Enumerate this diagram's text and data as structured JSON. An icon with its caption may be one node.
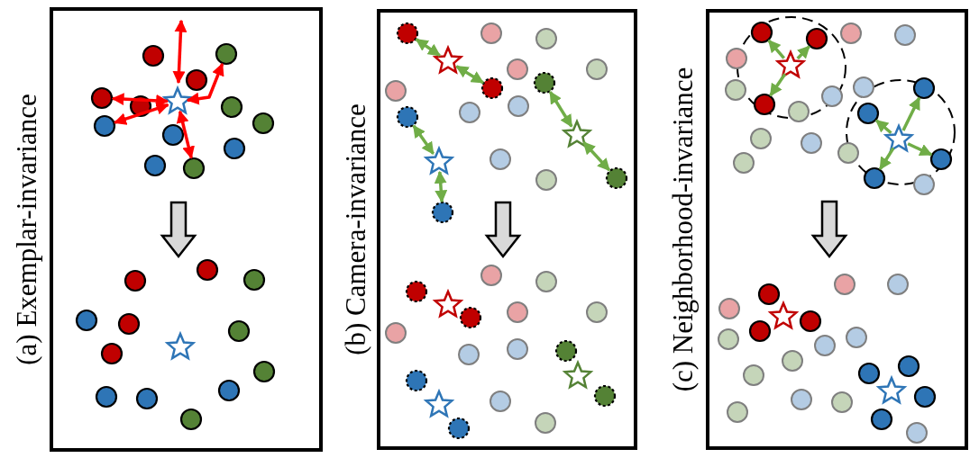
{
  "diagram": {
    "nodes": [
      {
        "text": [
          "(a) Exemplar-invariance"
        ]
      },
      {
        "text": [
          "(b) Camera-invariance"
        ]
      },
      {
        "text": [
          "(c) Neighborhood-invariance"
        ]
      },
      {
        "text": [],
        "shape": "star",
        "in": 1
      },
      {
        "text": [],
        "shape": "circle",
        "in": 1
      },
      {
        "text": [],
        "shape": "circle",
        "in": 1
      },
      {
        "text": [],
        "shape": "star",
        "in": 1
      },
      {
        "text": [],
        "shape": "circle",
        "in": 1
      },
      {
        "text": [],
        "shape": "circle",
        "in": 1
      },
      {
        "text": [],
        "shape": "star",
        "in": 1
      },
      {
        "text": [],
        "shape": "circle",
        "in": 1
      },
      {
        "text": [],
        "shape": "circle",
        "in": 1
      },
      {
        "text": [],
        "shape": "star",
        "in": 2
      },
      {
        "text": [],
        "shape": "circle",
        "in": 2
      },
      {
        "text": [],
        "shape": "circle",
        "in": 2
      },
      {
        "text": [],
        "shape": "circle",
        "in": 2
      },
      {
        "text": [],
        "shape": "star",
        "in": 2
      },
      {
        "text": [],
        "shape": "circle",
        "in": 2
      },
      {
        "text": [],
        "shape": "circle",
        "in": 2
      },
      {
        "text": [],
        "shape": "circle",
        "in": 2
      },
      {
        "text": [],
        "shape": "circle",
        "in": 2
      },
      {
        "text": [],
        "shape": "circle",
        "in": 1
      },
      {
        "text": [],
        "shape": "circle",
        "in": 1
      },
      {
        "text": [],
        "shape": "circle",
        "in": 1
      },
      {
        "text": [],
        "shape": "circle",
        "in": 1
      },
      {
        "text": [],
        "shape": "circle",
        "in": 1
      },
      {
        "text": [],
        "shape": "circle",
        "in": 1
      },
      {
        "text": [],
        "shape": "circle",
        "in": 0
      },
      {
        "text": [],
        "shape": "circle",
        "in": 0
      },
      {
        "text": [],
        "shape": "circle",
        "in": 0
      },
      {
        "text": [],
        "shape": "circle",
        "in": 0
      },
      {
        "text": [],
        "shape": "circle",
        "in": 0
      },
      {
        "text": [],
        "shape": "circle",
        "in": 0
      },
      {
        "text": [],
        "shape": "circle",
        "in": 0
      },
      {
        "text": [],
        "shape": "circle",
        "in": 0
      },
      {
        "text": [],
        "shape": "circle",
        "in": 0
      },
      {
        "text": [],
        "shape": "circle",
        "in": 0
      },
      {
        "text": [],
        "shape": "circle",
        "in": 0
      },
      {
        "text": [],
        "shape": "circle",
        "in": 0
      },
      {
        "text": [],
        "shape": "circle",
        "in": 0
      },
      {
        "text": [],
        "shape": "circle",
        "in": 0
      },
      {
        "text": [],
        "shape": "circle",
        "in": 0
      },
      {
        "text": [],
        "shape": "circle",
        "in": 0
      },
      {
        "text": [],
        "shape": "circle",
        "in": 0
      },
      {
        "text": [],
        "shape": "circle",
        "in": 0
      },
      {
        "text": [],
        "shape": "circle",
        "in": 0
      },
      {
        "text": [],
        "shape": "circle",
        "in": 0
      },
      {
        "text": [],
        "shape": "circle",
        "in": 0
      },
      {
        "text": [],
        "shape": "circle",
        "in": 0
      },
      {
        "text": [],
        "shape": "circle",
        "in": 0
      },
      {
        "text": [],
        "shape": "circle",
        "in": 0
      },
      {
        "text": [],
        "shape": "star",
        "in": 0
      },
      {
        "text": [],
        "shape": "star",
        "in": 0
      },
      {
        "text": [],
        "shape": "star",
        "in": 1
      },
      {
        "text": [],
        "shape": "star",
        "in": 1
      },
      {
        "text": [],
        "shape": "star",
        "in": 1
      },
      {
        "text": [],
        "shape": "circle",
        "in": 2
      },
      {
        "text": [],
        "shape": "circle",
        "in": 2
      },
      {
        "text": [],
        "shape": "circle",
        "in": 2
      },
      {
        "text": [],
        "shape": "circle",
        "in": 2
      },
      {
        "text": [],
        "shape": "circle",
        "in": 2
      },
      {
        "text": [],
        "shape": "circle",
        "in": 2
      },
      {
        "text": [],
        "shape": "circle",
        "in": 2
      },
      {
        "text": [],
        "shape": "star",
        "in": 2
      },
      {
        "text": [],
        "shape": "star",
        "in": 2
      }
    ],
    "edges": [
      {
        "from": 3,
        "to": 4,
        "arrow": "both"
      },
      {
        "from": 3,
        "to": 5,
        "arrow": "both"
      },
      {
        "from": 6,
        "to": 7,
        "arrow": "both"
      },
      {
        "from": 6,
        "to": 8,
        "arrow": "both"
      },
      {
        "from": 9,
        "to": 10,
        "arrow": "both"
      },
      {
        "from": 9,
        "to": 11,
        "arrow": "both"
      },
      {
        "from": 12,
        "to": 13,
        "arrow": "to"
      },
      {
        "from": 12,
        "to": 14,
        "arrow": "to"
      },
      {
        "from": 12,
        "to": 15,
        "arrow": "to"
      },
      {
        "from": 16,
        "to": 17,
        "arrow": "to"
      },
      {
        "from": 16,
        "to": 18,
        "arrow": "to"
      },
      {
        "from": 16,
        "to": 19,
        "arrow": "to"
      },
      {
        "from": 16,
        "to": 20,
        "arrow": "to"
      },
      {
        "from": 51,
        "to": null,
        "arrow": "both",
        "color": "#ff0000"
      },
      {
        "from": 51,
        "to": 29,
        "arrow": "both",
        "color": "#ff0000"
      },
      {
        "from": 51,
        "to": 31,
        "arrow": "both",
        "color": "#ff0000"
      },
      {
        "from": 51,
        "to": 35,
        "arrow": "both",
        "color": "#ff0000"
      },
      {
        "from": 51,
        "to": 34,
        "arrow": "both",
        "color": "#ff0000"
      },
      {
        "from": 34,
        "to": 40,
        "arrow": "to",
        "style": "thick",
        "color": "#d9d9d9"
      },
      {
        "from": 8,
        "to": 22,
        "arrow": "to",
        "style": "thick",
        "color": "#d9d9d9"
      },
      {
        "from": 20,
        "to": 58,
        "arrow": "to",
        "style": "thick",
        "color": "#d9d9d9"
      }
    ]
  }
}
